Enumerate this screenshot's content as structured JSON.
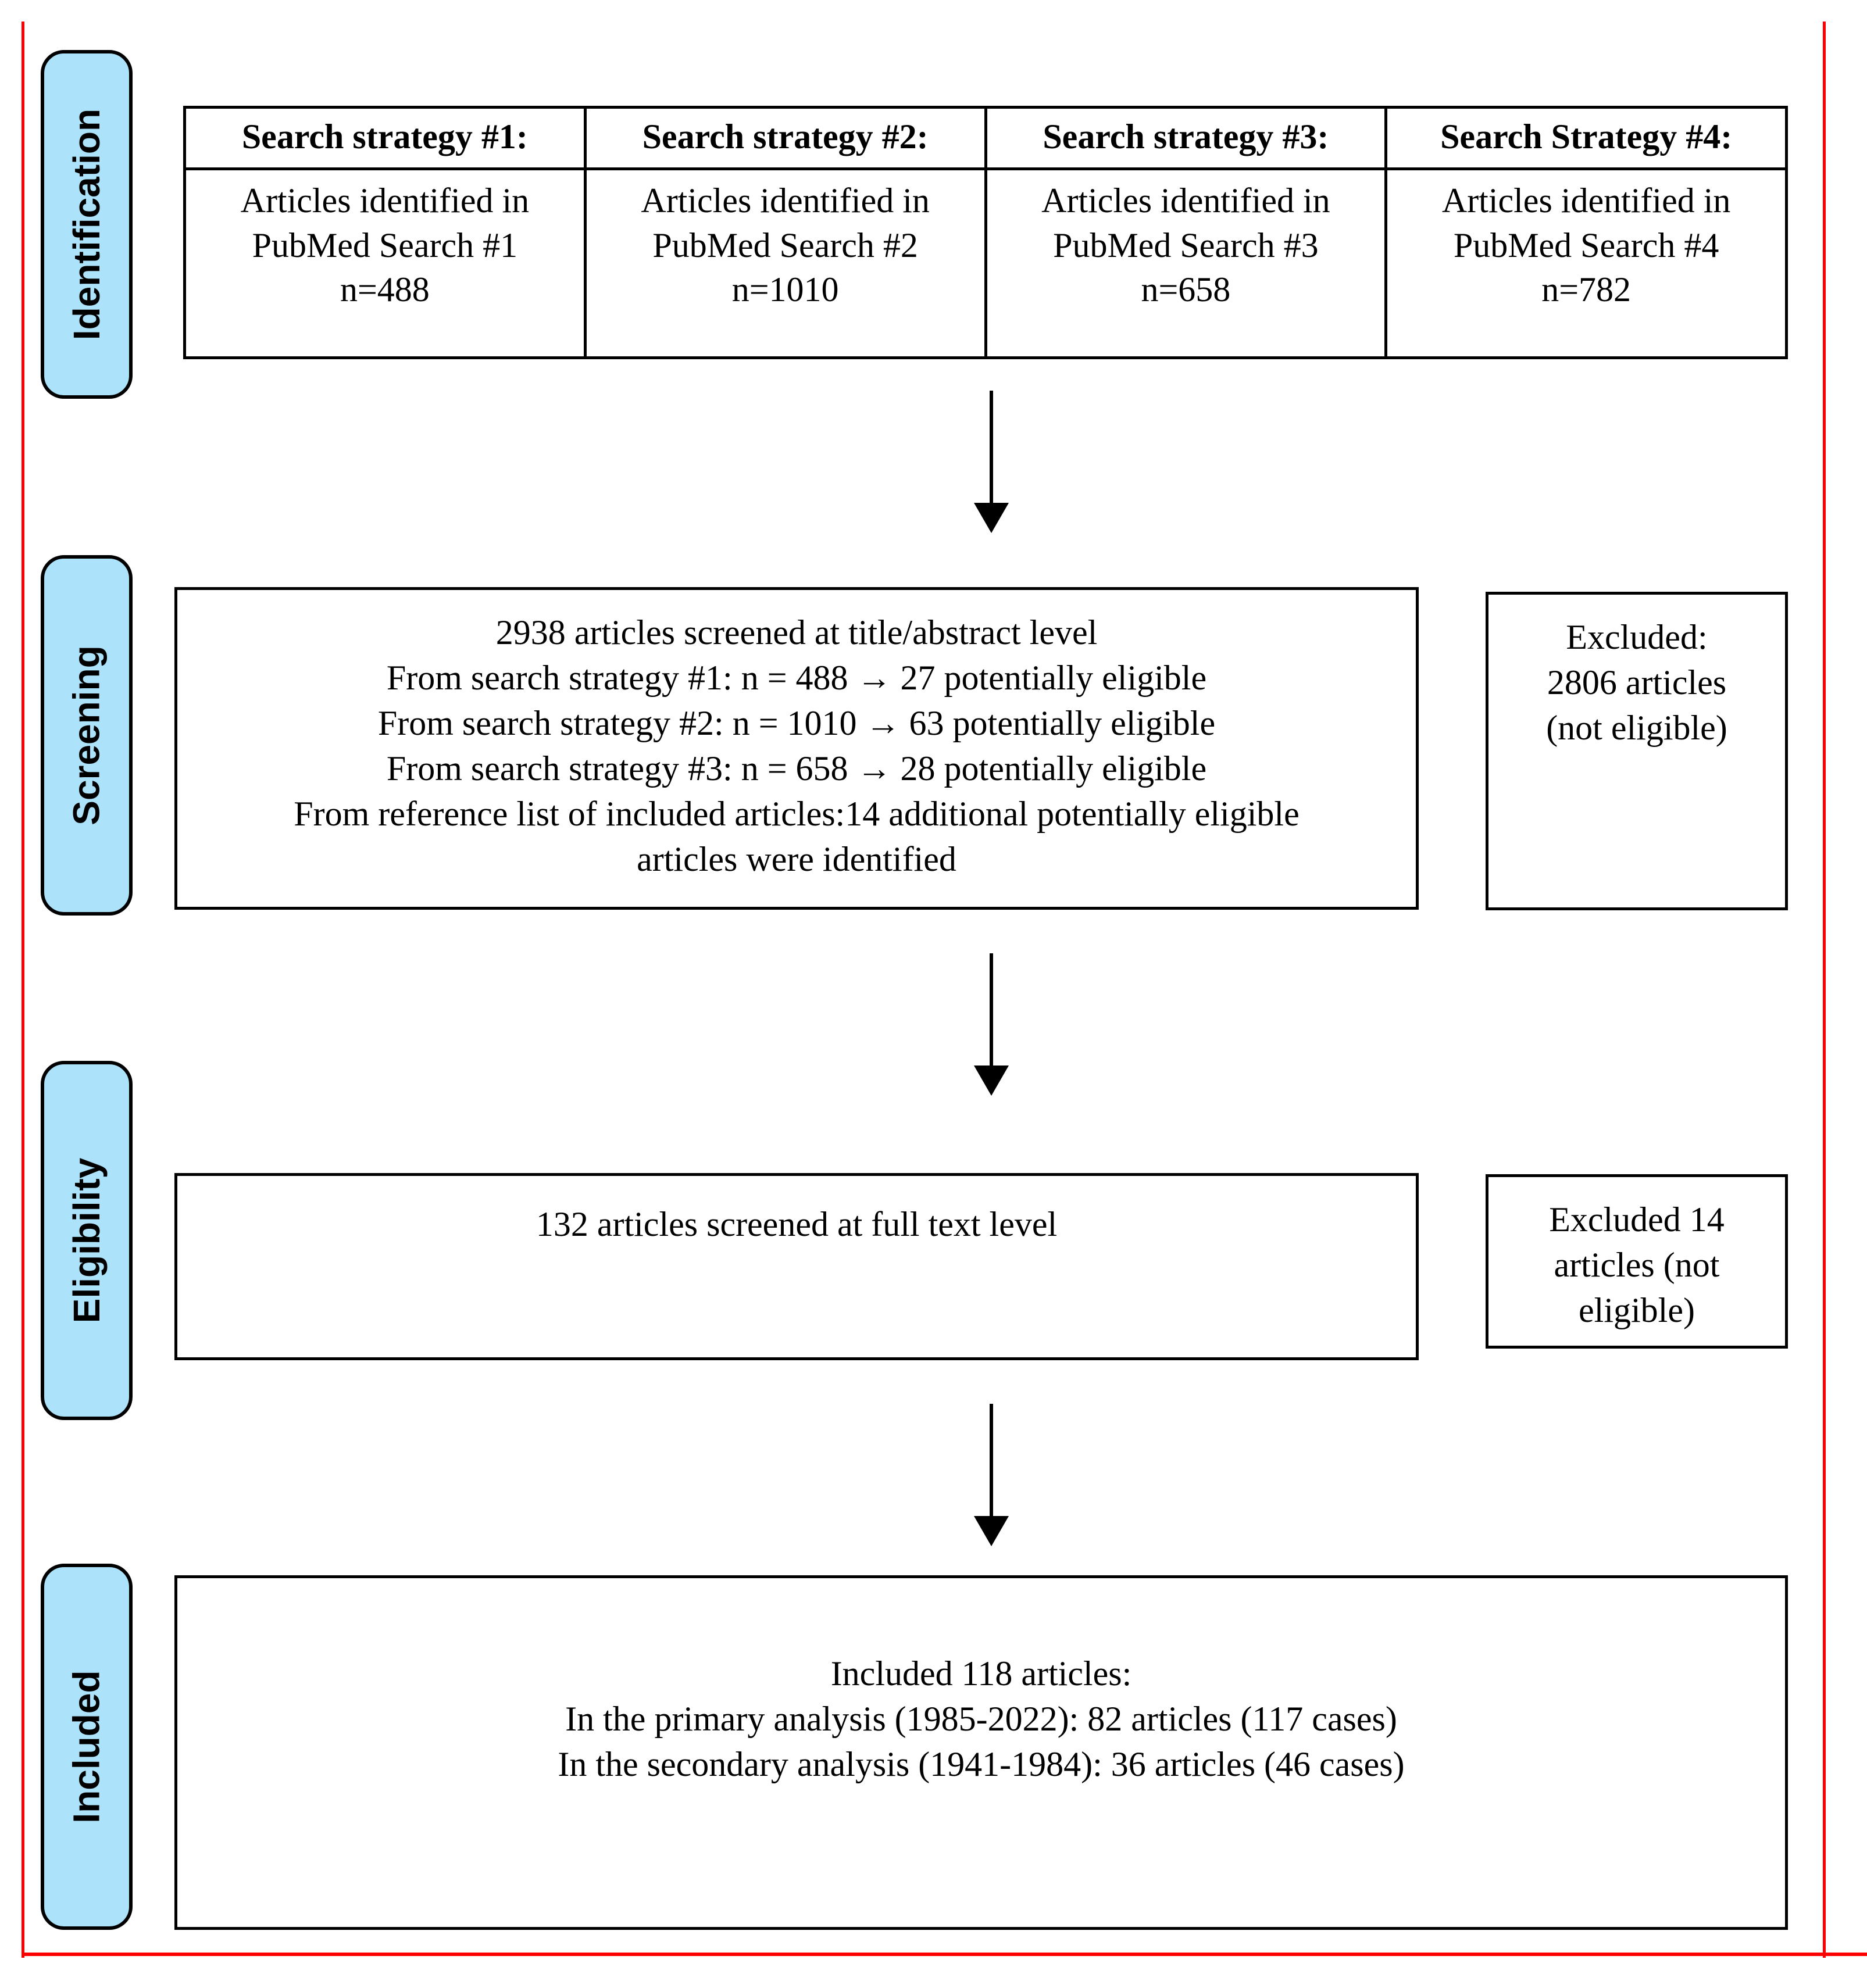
{
  "diagram": {
    "title": "PRISMA flow diagram",
    "accent_blue": "#ACE2FA",
    "frame_color": "#FE0000",
    "line_color": "#000000"
  },
  "stages": [
    {
      "id": "identification",
      "label": "Identification"
    },
    {
      "id": "screening",
      "label": "Screening"
    },
    {
      "id": "eligibility",
      "label": "Eligibility"
    },
    {
      "id": "included",
      "label": "Included"
    }
  ],
  "identification": {
    "headers": [
      "Search strategy #1:",
      "Search strategy #2:",
      "Search strategy #3:",
      "Search Strategy #4:"
    ],
    "cells": [
      {
        "line1": "Articles identified in",
        "line2": "PubMed Search #1",
        "line3": "n=488"
      },
      {
        "line1": "Articles identified in",
        "line2": "PubMed Search #2",
        "line3": "n=1010"
      },
      {
        "line1": "Articles identified in",
        "line2": "PubMed Search #3",
        "line3": "n=658"
      },
      {
        "line1": "Articles identified in",
        "line2": "PubMed Search #4",
        "line3": "n=782"
      }
    ]
  },
  "screening": {
    "lines": [
      "2938 articles screened at title/abstract level",
      "From search strategy #1: n = 488 → 27 potentially eligible",
      "From search strategy #2: n = 1010 → 63 potentially eligible",
      "From search strategy #3: n = 658 → 28 potentially eligible",
      "From reference list of included articles:14 additional potentially eligible",
      "articles were identified"
    ],
    "excluded": {
      "line1": "Excluded:",
      "line2": "2806 articles",
      "line3": "(not eligible)"
    }
  },
  "eligibility": {
    "line1": "132 articles screened at full text level",
    "excluded": {
      "line1": "Excluded 14",
      "line2": "articles (not",
      "line3": "eligible)"
    }
  },
  "included": {
    "line1": "Included 118 articles:",
    "line2": "In the primary analysis (1985-2022): 82 articles (117 cases)",
    "line3": "In the secondary analysis (1941-1984): 36 articles (46 cases)"
  },
  "arrows": {
    "identification_to_screening": "down-arrow",
    "screening_to_eligibility": "down-arrow",
    "eligibility_to_included": "down-arrow"
  }
}
